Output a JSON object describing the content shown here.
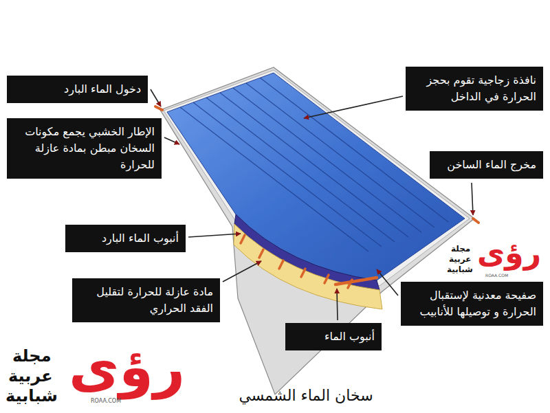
{
  "diagram": {
    "caption": "سخان الماء الشمسي",
    "nodes": [
      {
        "text": [
          "دخول الماء البارد"
        ]
      },
      {
        "text": [
          "نافذة زجاجية تقوم بحجز الحرارة في الداخل"
        ]
      },
      {
        "text": [
          "الإطار الخشبي يجمع مكونات السخان مبطن بمادة عازلة للحرارة"
        ]
      },
      {
        "text": [
          "مخرج الماء الساخن"
        ]
      },
      {
        "text": [
          "أنبوب الماء البارد"
        ]
      },
      {
        "text": [
          "مادة عازلة للحرارة لتقليل الفقد الحراري"
        ]
      },
      {
        "text": [
          "صفيحة معدنية لإستقبال الحرارة و توصيلها للأنابيب"
        ]
      },
      {
        "text": [
          "أنبوب الماء"
        ]
      }
    ],
    "labels": [
      "رؤى",
      "مجلة",
      "عربية",
      "شبابية",
      "ROAA.COM",
      "رؤى",
      "مجلة",
      "عربية",
      "شبابية",
      "ROAA.COM"
    ]
  }
}
